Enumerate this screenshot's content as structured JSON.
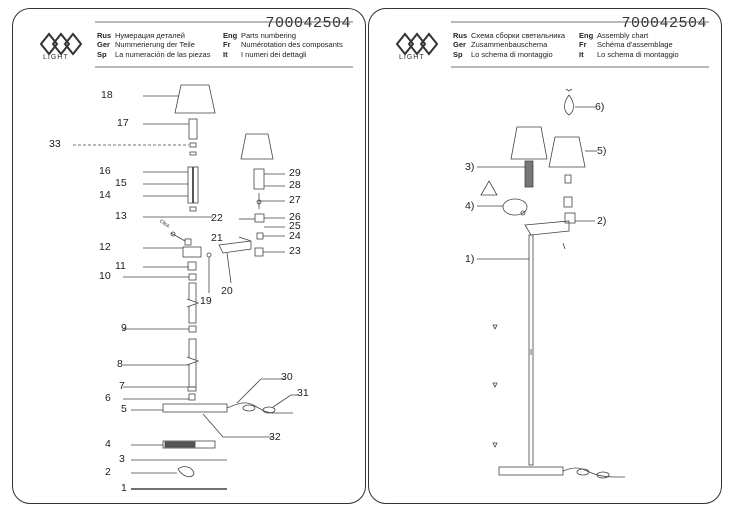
{
  "document_number": "700042504",
  "logo": {
    "brand_text": "LIGHT",
    "icon": "mw-logo-icon"
  },
  "left_sheet": {
    "header": [
      {
        "lang": "Rus",
        "text": "Нумерация деталей"
      },
      {
        "lang": "Ger",
        "text": "Nummerierung der Teile"
      },
      {
        "lang": "Sp",
        "text": "La numeración de las piezas"
      }
    ],
    "header_right": [
      {
        "lang": "Eng",
        "text": "Parts numbering"
      },
      {
        "lang": "Fr",
        "text": "Numérotation des composants"
      },
      {
        "lang": "It",
        "text": "I numeri dei dettagli"
      }
    ],
    "part_labels": {
      "p1": "1",
      "p2": "2",
      "p3": "3",
      "p4": "4",
      "p5": "5",
      "p6": "6",
      "p7": "7",
      "p8": "8",
      "p9": "9",
      "p10": "10",
      "p11": "11",
      "p12": "12",
      "p13": "13",
      "p14": "14",
      "p15": "15",
      "p16": "16",
      "p17": "17",
      "p18": "18",
      "p19": "19",
      "p20": "20",
      "p21": "21",
      "p22": "22",
      "p23": "23",
      "p24": "24",
      "p25": "25",
      "p26": "26",
      "p27": "27",
      "p28": "28",
      "p29": "29",
      "p30": "30",
      "p31": "31",
      "p32": "32",
      "p33": "33"
    },
    "small_print": "Click"
  },
  "right_sheet": {
    "header": [
      {
        "lang": "Rus",
        "text": "Схема сборки светильника"
      },
      {
        "lang": "Ger",
        "text": "Zusammenbauschema"
      },
      {
        "lang": "Sp",
        "text": "Lo schema di montaggio"
      }
    ],
    "header_right": [
      {
        "lang": "Eng",
        "text": "Assembly chart"
      },
      {
        "lang": "Fr",
        "text": "Schéma d'assemblage"
      },
      {
        "lang": "It",
        "text": "Lo schema di montaggio"
      }
    ],
    "step_labels": {
      "s1": "1)",
      "s2": "2)",
      "s3": "3)",
      "s4": "4)",
      "s5": "5)",
      "s6": "6)"
    }
  }
}
